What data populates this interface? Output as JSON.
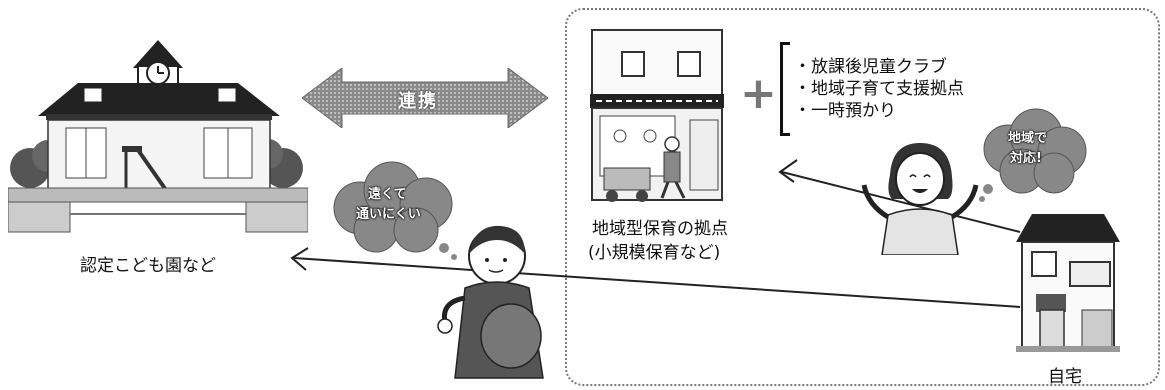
{
  "left_facility": {
    "label": "認定こども園など"
  },
  "link_arrow": {
    "label": "連携"
  },
  "local_hub": {
    "label_line1": "地域型保育の拠点",
    "label_line2": "(小規模保育など)"
  },
  "services": {
    "items": [
      "・放課後児童クラブ",
      "・地域子育て支援拠点",
      "・一時預かり"
    ]
  },
  "plus_sign": "+",
  "thought_far": {
    "line1": "遠くて",
    "line2": "通いにくい"
  },
  "thought_local": {
    "line1": "地域で",
    "line2": "対応!"
  },
  "home": {
    "label": "自宅"
  }
}
